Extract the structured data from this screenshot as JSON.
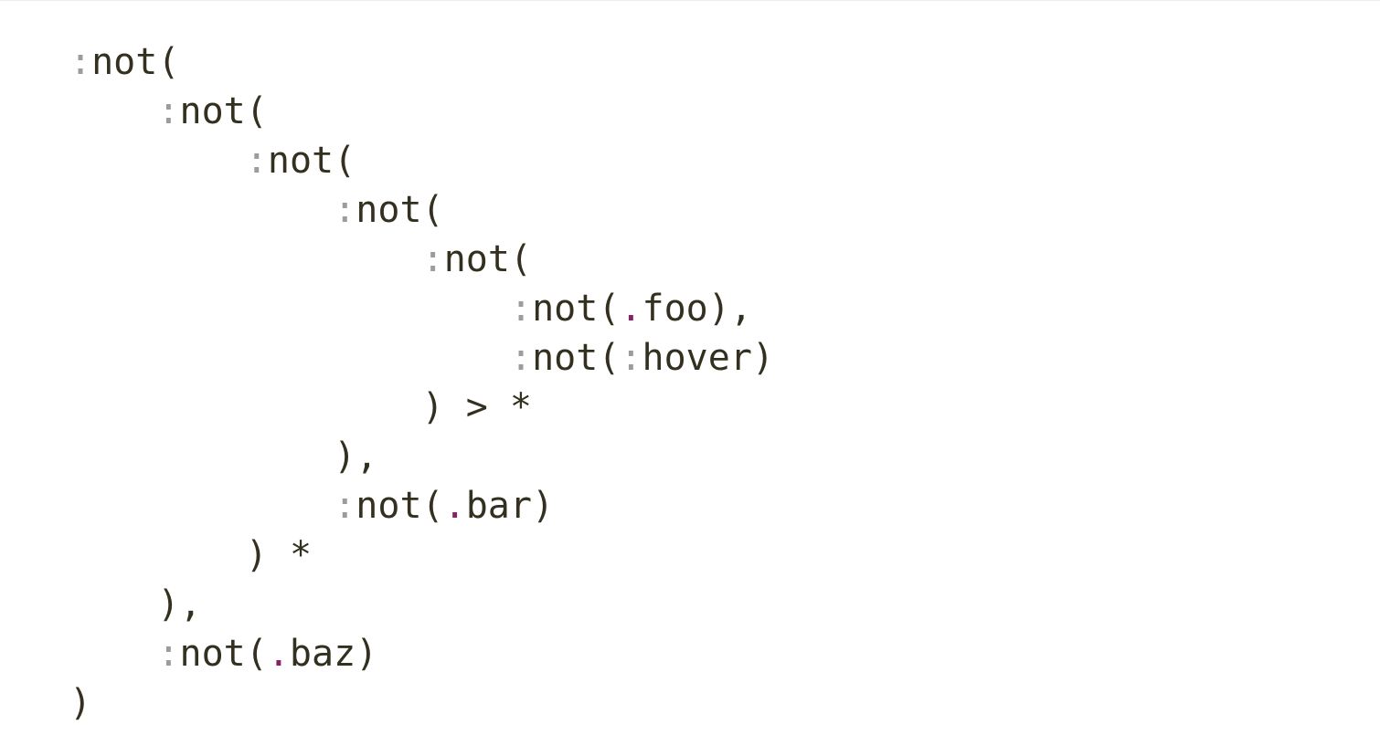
{
  "colors": {
    "text": "#33301f",
    "colon": "#9c9c9c",
    "dot": "#8a1f6a",
    "background": "#ffffff"
  },
  "lines": [
    {
      "indent": 0,
      "tokens": [
        {
          "t": ":",
          "k": "colon"
        },
        {
          "t": "not(",
          "k": "text"
        }
      ]
    },
    {
      "indent": 4,
      "tokens": [
        {
          "t": ":",
          "k": "colon"
        },
        {
          "t": "not(",
          "k": "text"
        }
      ]
    },
    {
      "indent": 8,
      "tokens": [
        {
          "t": ":",
          "k": "colon"
        },
        {
          "t": "not(",
          "k": "text"
        }
      ]
    },
    {
      "indent": 12,
      "tokens": [
        {
          "t": ":",
          "k": "colon"
        },
        {
          "t": "not(",
          "k": "text"
        }
      ]
    },
    {
      "indent": 16,
      "tokens": [
        {
          "t": ":",
          "k": "colon"
        },
        {
          "t": "not(",
          "k": "text"
        }
      ]
    },
    {
      "indent": 20,
      "tokens": [
        {
          "t": ":",
          "k": "colon"
        },
        {
          "t": "not(",
          "k": "text"
        },
        {
          "t": ".",
          "k": "dot"
        },
        {
          "t": "foo),",
          "k": "text"
        }
      ]
    },
    {
      "indent": 20,
      "tokens": [
        {
          "t": ":",
          "k": "colon"
        },
        {
          "t": "not(",
          "k": "text"
        },
        {
          "t": ":",
          "k": "colon"
        },
        {
          "t": "hover)",
          "k": "text"
        }
      ]
    },
    {
      "indent": 16,
      "tokens": [
        {
          "t": ") > *",
          "k": "text"
        }
      ]
    },
    {
      "indent": 12,
      "tokens": [
        {
          "t": "),",
          "k": "text"
        }
      ]
    },
    {
      "indent": 12,
      "tokens": [
        {
          "t": ":",
          "k": "colon"
        },
        {
          "t": "not(",
          "k": "text"
        },
        {
          "t": ".",
          "k": "dot"
        },
        {
          "t": "bar)",
          "k": "text"
        }
      ]
    },
    {
      "indent": 8,
      "tokens": [
        {
          "t": ") *",
          "k": "text"
        }
      ]
    },
    {
      "indent": 4,
      "tokens": [
        {
          "t": "),",
          "k": "text"
        }
      ]
    },
    {
      "indent": 4,
      "tokens": [
        {
          "t": ":",
          "k": "colon"
        },
        {
          "t": "not(",
          "k": "text"
        },
        {
          "t": ".",
          "k": "dot"
        },
        {
          "t": "baz)",
          "k": "text"
        }
      ]
    },
    {
      "indent": 0,
      "tokens": [
        {
          "t": ")",
          "k": "text"
        }
      ]
    }
  ]
}
